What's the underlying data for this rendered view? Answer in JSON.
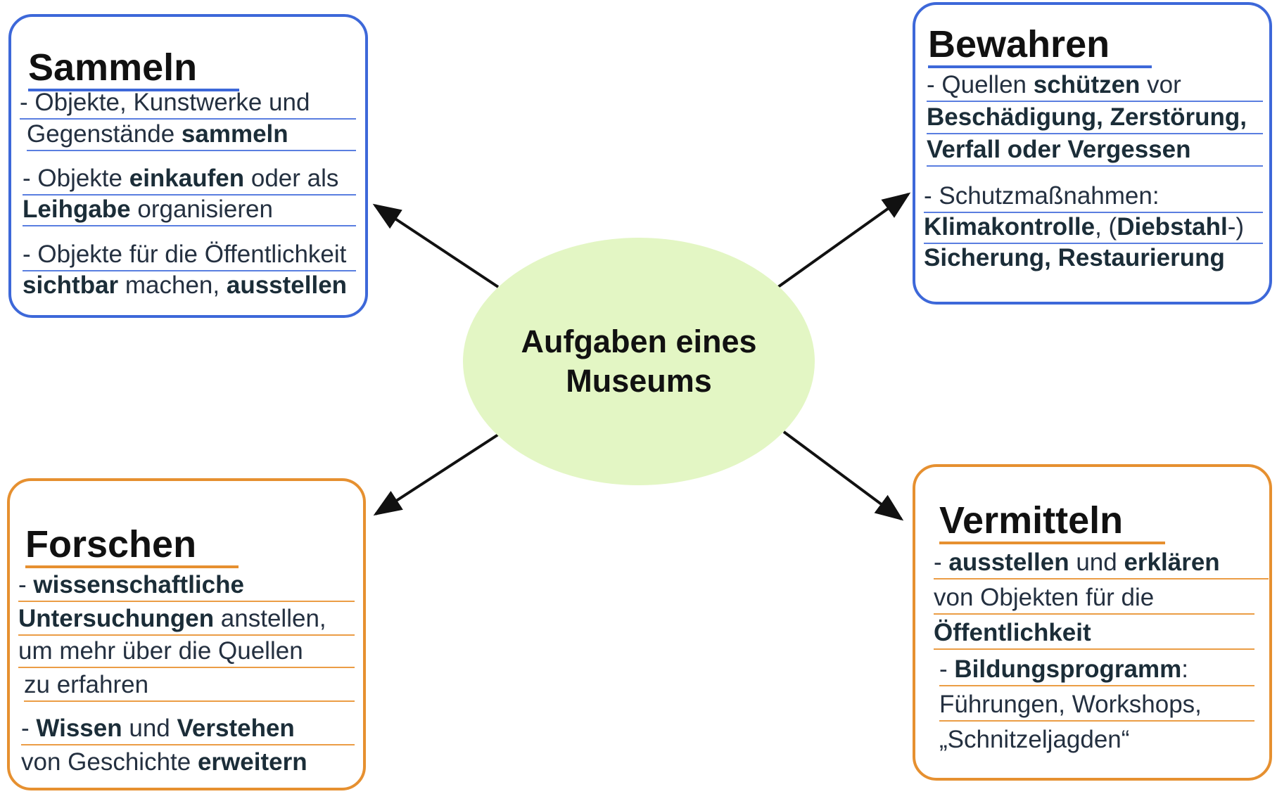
{
  "center": {
    "line1": "Aufgaben eines",
    "line2": "Museums"
  },
  "sammeln": {
    "title": "Sammeln",
    "l1": {
      "a": "- Objekte, Kunstwerke und"
    },
    "l2": {
      "a": "Gegenstände ",
      "b": "sammeln"
    },
    "l3": {
      "a": "- Objekte ",
      "b": "einkaufen",
      "c": " oder als"
    },
    "l4": {
      "a": "Leihgabe",
      "b": " organisieren"
    },
    "l5": {
      "a": "- Objekte für die Öffentlichkeit"
    },
    "l6": {
      "a": "sichtbar",
      "b": " machen, ",
      "c": "ausstellen"
    }
  },
  "bewahren": {
    "title": "Bewahren",
    "l1": {
      "a": "- Quellen ",
      "b": "schützen",
      "c": " vor"
    },
    "l2": {
      "a": "Beschädigung, Zerstörung,"
    },
    "l3": {
      "a": "Verfall oder Vergessen"
    },
    "l4": {
      "a": "- Schutzmaßnahmen:"
    },
    "l5": {
      "a": "Klimakontrolle",
      "b": ", (",
      "c": "Diebstahl",
      "d": "-)"
    },
    "l6": {
      "a": "Sicherung, Restaurierung"
    }
  },
  "forschen": {
    "title": "Forschen",
    "l1": {
      "a": "- ",
      "b": "wissenschaftliche"
    },
    "l2": {
      "a": "Untersuchungen",
      "b": " anstellen,"
    },
    "l3": {
      "a": "um mehr über die Quellen"
    },
    "l4": {
      "a": "zu erfahren"
    },
    "l5": {
      "a": "- ",
      "b": "Wissen",
      "c": " und ",
      "d": "Verstehen"
    },
    "l6": {
      "a": "von Geschichte ",
      "b": "erweitern"
    }
  },
  "vermitteln": {
    "title": "Vermitteln",
    "l1": {
      "a": "- ",
      "b": "ausstellen",
      "c": " und ",
      "d": "erklären"
    },
    "l2": {
      "a": "von Objekten für die"
    },
    "l3": {
      "a": "Öffentlichkeit"
    },
    "l4": {
      "a": "- ",
      "b": "Bildungsprogramm",
      "c": ":"
    },
    "l5": {
      "a": "Führungen, Workshops,"
    },
    "l6": {
      "a": "„Schnitzeljagden“"
    }
  },
  "colors": {
    "blue": "#3d68d9",
    "orange": "#e69030",
    "center_fill": "#e3f6c4"
  }
}
